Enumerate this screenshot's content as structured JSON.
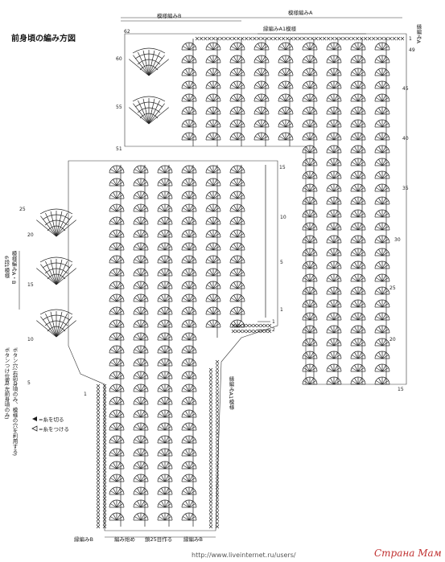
{
  "diagram": {
    "title": "前身頃の編み方図",
    "labels": {
      "pattern_b_top": "模様編みB",
      "pattern_a_top": "模様編みA",
      "edge_a1": "縁編みA1模様",
      "edge_a": "縁編みA",
      "bottom_edge_b_left": "縁編みB",
      "bottom_start": "編み始め",
      "bottom_chain": "鎖25目作る",
      "bottom_edge_b_right": "縁編みB",
      "mid_edge_a1": "縁編みA1模様",
      "left_rows": "6段1模様",
      "left_patterns": "模様編みA・B",
      "button_note": "ボタンつけ位置(左前身頃のみ)",
      "buttonhole_note": "ボタン穴(右前身頃のみ、模様の穴を利用する)",
      "legend_cut": "=糸を切る",
      "legend_join": "=糸をつける"
    },
    "row_numbers_right_upper": [
      "1",
      "49",
      "45",
      "40",
      "35",
      "30",
      "25",
      "20",
      "15"
    ],
    "row_numbers_right_lower": [
      "15",
      "10",
      "5",
      "1"
    ],
    "row_numbers_left": [
      "62",
      "60",
      "55",
      "51",
      "25",
      "20",
      "15",
      "10",
      "5",
      "1"
    ],
    "side_marks": [
      "1",
      "2"
    ],
    "watermark": "http://www.liveinternet.ru/users/",
    "logo": "Страна Мам"
  }
}
